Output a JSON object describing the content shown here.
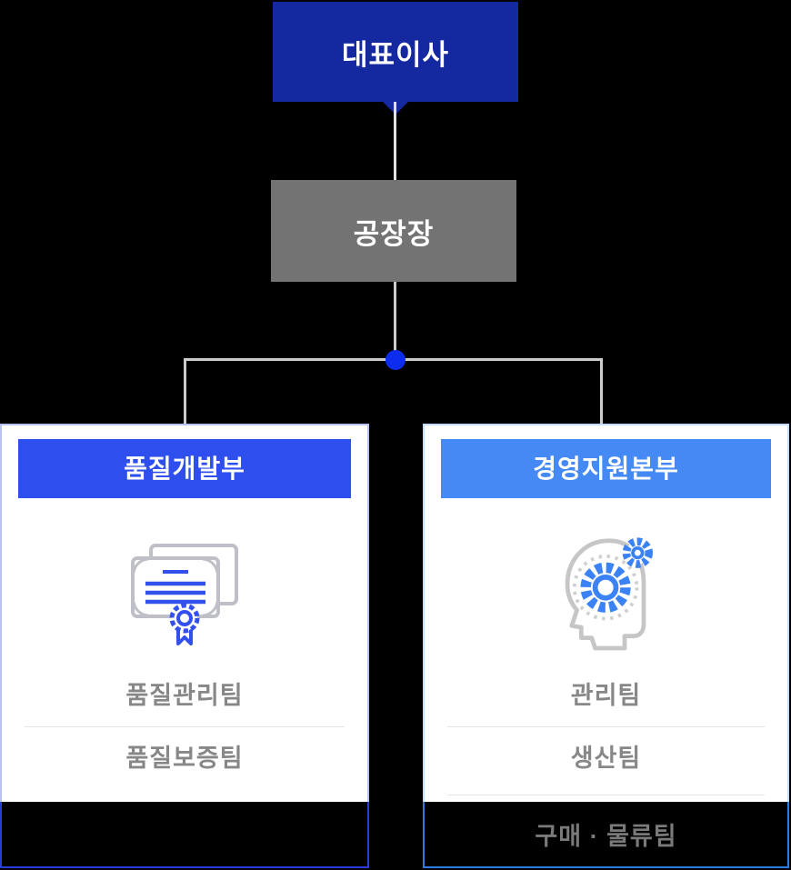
{
  "org_chart": {
    "root": {
      "label": "대표이사",
      "bg": "#1428a0"
    },
    "manager": {
      "label": "공장장",
      "bg": "#737373"
    },
    "connector": {
      "line_color": "#cccccc",
      "junction_color": "#0e2cee"
    },
    "departments": [
      {
        "title": "품질개발부",
        "header_color": "#2e4fed",
        "icon": "certificate-icon",
        "icon_accent": "#3350ec",
        "teams": [
          "품질관리팀",
          "품질보증팀"
        ],
        "footer_team": ""
      },
      {
        "title": "경영지원본부",
        "header_color": "#4589f5",
        "icon": "head-gears-icon",
        "icon_accent": "#3b82f6",
        "teams": [
          "관리팀",
          "생산팀"
        ],
        "footer_team": "구매 · 물류팀"
      }
    ]
  }
}
